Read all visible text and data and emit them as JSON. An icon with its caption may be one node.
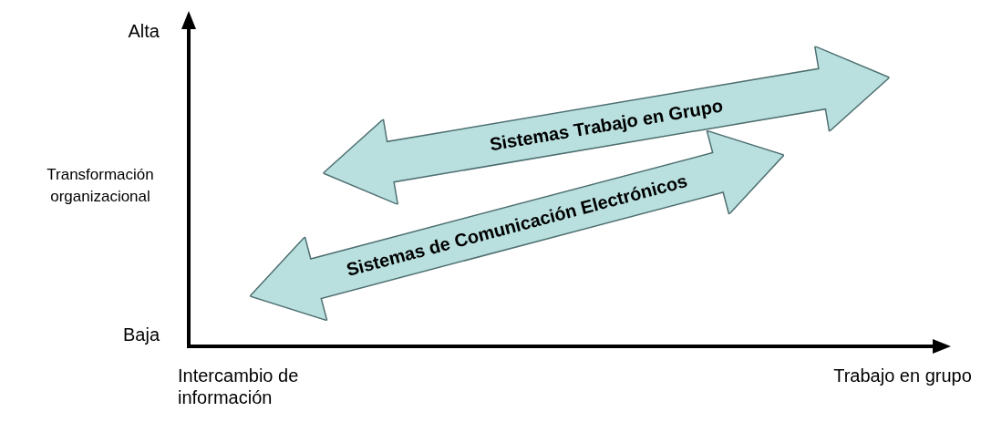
{
  "diagram": {
    "nodes": [
      {
        "text": [
          "Sistemas Trabajo en Grupo"
        ]
      },
      {
        "text": [
          "Sistemas de Comunicación Electrónicos"
        ]
      }
    ],
    "edges": [],
    "labels": [
      "Alta",
      "Transformación organizacional",
      "Baja",
      "Intercambio de información",
      "Trabajo en grupo"
    ]
  }
}
